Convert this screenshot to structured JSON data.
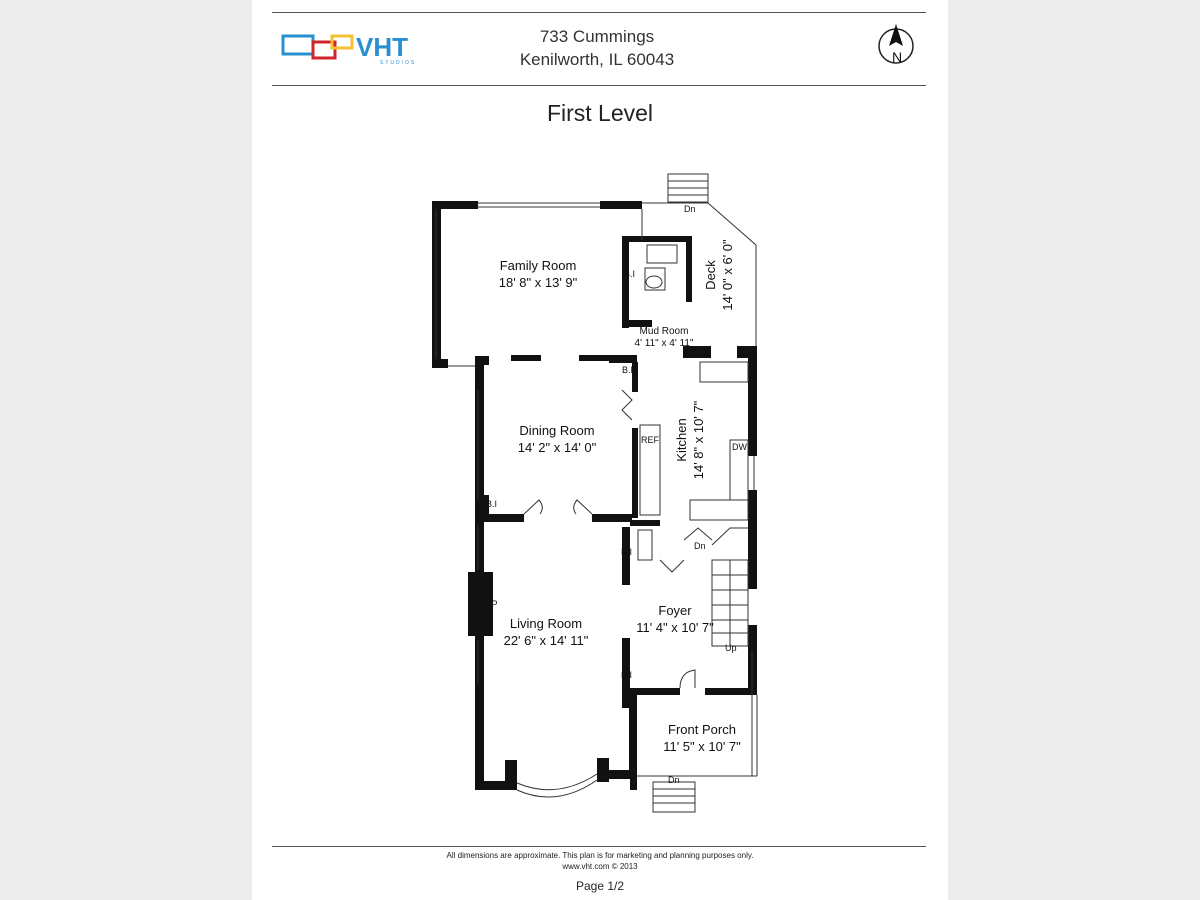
{
  "header": {
    "logo_text": "VHT",
    "logo_subtext": "STUDIOS",
    "address_line1": "733 Cummings",
    "address_line2": "Kenilworth, IL 60043",
    "compass_label": "N"
  },
  "level_title": "First Level",
  "rooms": {
    "family_room": {
      "name": "Family Room",
      "dims": "18' 8\" x 13' 9\""
    },
    "deck": {
      "name": "Deck",
      "dims": "14' 0\" x 6' 0\""
    },
    "mud_room": {
      "name": "Mud Room",
      "dims": "4' 11\" x 4' 11\""
    },
    "dining_room": {
      "name": "Dining Room",
      "dims": "14' 2\" x 14' 0\""
    },
    "kitchen": {
      "name": "Kitchen",
      "dims": "14' 8\" x 10' 7\""
    },
    "living_room": {
      "name": "Living Room",
      "dims": "22' 6\" x 14' 11\""
    },
    "foyer": {
      "name": "Foyer",
      "dims": "11' 4\" x 10' 7\""
    },
    "front_porch": {
      "name": "Front Porch",
      "dims": "11' 5\" x 10' 7\""
    }
  },
  "fixtures": {
    "bi": "B.I",
    "fp": "FP",
    "ref": "REF",
    "dw": "DW",
    "dn": "Dn",
    "up": "Up"
  },
  "footer": {
    "disclaimer": "All dimensions are approximate.  This plan is for marketing and planning purposes only.",
    "copyright": "www.vht.com © 2013",
    "page": "Page 1/2"
  },
  "colors": {
    "wall": "#111111",
    "logo_blue": "#2a8fd0",
    "logo_red": "#d0232a",
    "logo_yellow": "#f2c230"
  }
}
